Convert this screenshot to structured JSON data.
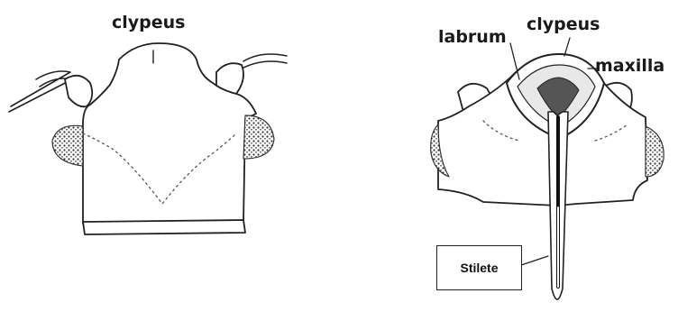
{
  "labels": {
    "left_clypeus": "clypeus",
    "right_labrum": "labrum",
    "right_clypeus": "clypeus",
    "right_maxilla": "maxilla",
    "stilete": "Stilete"
  }
}
